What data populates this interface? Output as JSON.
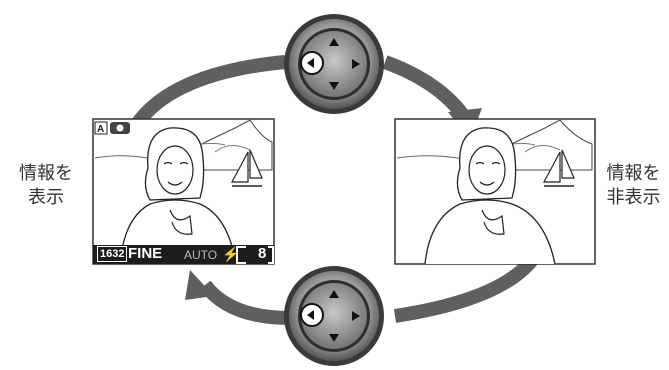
{
  "labels": {
    "left": [
      "情報を",
      "表示"
    ],
    "right": [
      "情報を",
      "非表示"
    ]
  },
  "osd": {
    "mode_icon": "A",
    "camera_icon": "camera-icon",
    "image_size": "1632",
    "quality": "FINE",
    "white_balance": "AUTO",
    "flash_icon": "flash-bolt-icon",
    "card_icon": "memory-card-icon",
    "frames_remaining": "8"
  },
  "controls": {
    "top_dial": "multi-selector",
    "bottom_dial": "multi-selector",
    "pressed_direction": "left"
  },
  "colors": {
    "arrow": "#5f5f5f",
    "dial_ring": "#3a3a3a",
    "highlight": "#ffffff"
  }
}
